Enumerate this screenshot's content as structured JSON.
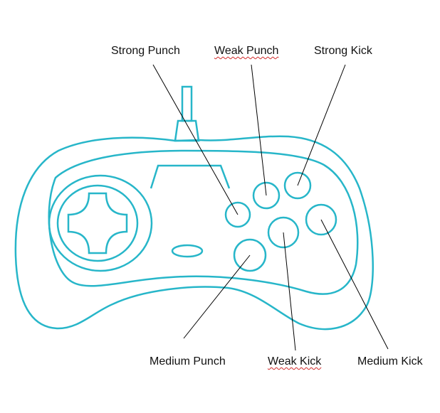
{
  "colors": {
    "outline": "#27b6c9",
    "leader": "#000000",
    "text": "#111111",
    "spellcheck": "#d12a2a"
  },
  "labels": {
    "strong_punch": "Strong Punch",
    "weak_punch": "Weak Punch",
    "strong_kick": "Strong Kick",
    "medium_punch": "Medium Punch",
    "weak_kick": "Weak Kick",
    "medium_kick": "Medium Kick"
  },
  "icons": {
    "controller": "gamepad-icon",
    "dpad": "dpad-icon"
  }
}
